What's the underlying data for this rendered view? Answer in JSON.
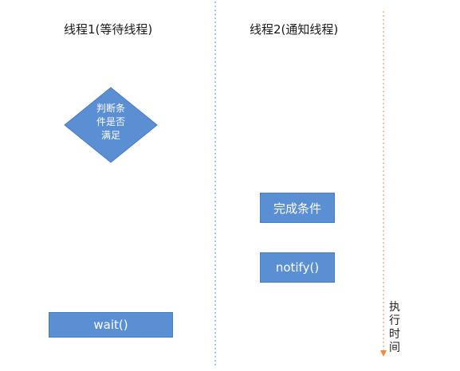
{
  "threads": {
    "waiting": {
      "title": "线程1(等待线程)",
      "condition_lines": [
        "判断条",
        "件是否",
        "满足"
      ],
      "wait_label": "wait()"
    },
    "notifying": {
      "title": "线程2(通知线程)",
      "complete_label": "完成条件",
      "notify_label": "notify()"
    }
  },
  "timeline": {
    "label_chars": [
      "执",
      "行",
      "时",
      "间"
    ]
  },
  "colors": {
    "shape_fill": "#5b8fd3",
    "shape_stroke": "#4a7bbd",
    "divider": "#5b8fd3",
    "timeline": "#f08a3c"
  }
}
